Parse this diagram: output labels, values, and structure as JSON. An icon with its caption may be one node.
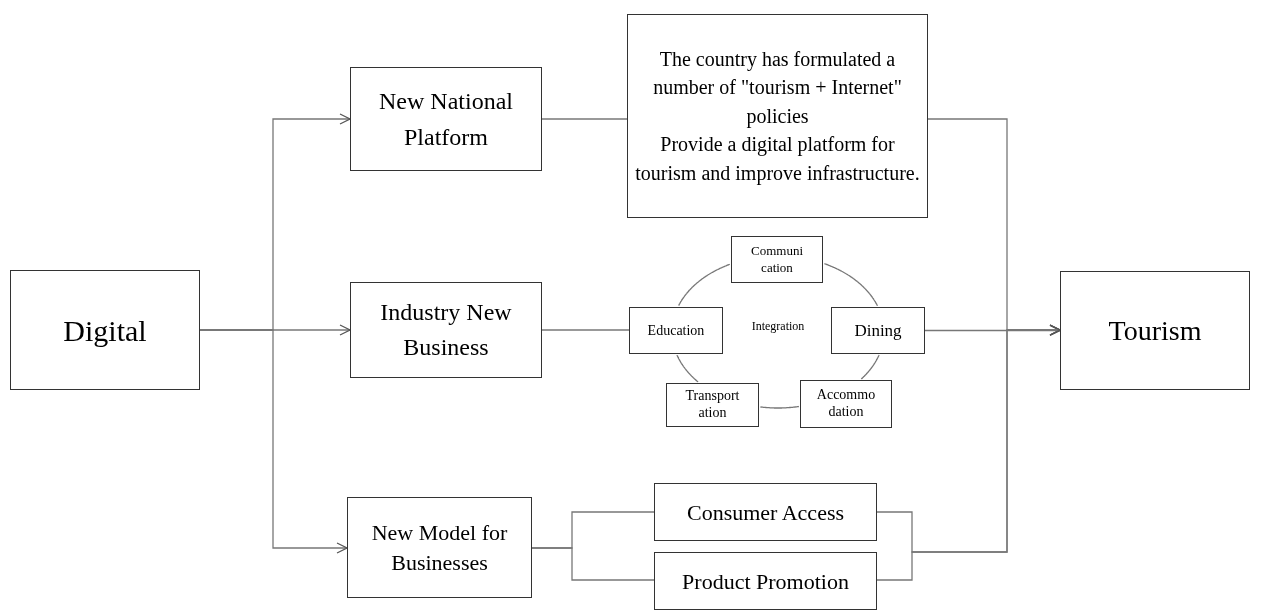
{
  "diagram": {
    "nodes": [
      {
        "text": [
          "Digital"
        ]
      },
      {
        "text": [
          "New National Platform"
        ]
      },
      {
        "text": [
          "The country has formulated a number of \"tourism + Internet\" policies",
          "Provide a digital platform for tourism and improve infrastructure."
        ]
      },
      {
        "text": [
          "Industry New Business"
        ]
      },
      {
        "text": [
          "Communi cation"
        ]
      },
      {
        "text": [
          "Education"
        ]
      },
      {
        "text": [
          "Dining"
        ]
      },
      {
        "text": [
          "Transport ation"
        ]
      },
      {
        "text": [
          "Accommo dation"
        ]
      },
      {
        "text": [
          "New Model for Businesses"
        ]
      },
      {
        "text": [
          "Consumer Access"
        ]
      },
      {
        "text": [
          "Product Promotion"
        ]
      },
      {
        "text": [
          "Tourism"
        ]
      }
    ],
    "edges": [
      {
        "from": 0,
        "to": 1,
        "arrow": "to"
      },
      {
        "from": 0,
        "to": 3,
        "arrow": "to"
      },
      {
        "from": 0,
        "to": 9,
        "arrow": "to"
      },
      {
        "from": 1,
        "to": 2,
        "arrow": "none"
      },
      {
        "from": 3,
        "to": 5,
        "arrow": "none"
      },
      {
        "from": 4,
        "to": 6,
        "arrow": "none"
      },
      {
        "from": 6,
        "to": 8,
        "arrow": "none"
      },
      {
        "from": 8,
        "to": 7,
        "arrow": "none"
      },
      {
        "from": 7,
        "to": 5,
        "arrow": "none"
      },
      {
        "from": 5,
        "to": 4,
        "arrow": "none"
      },
      {
        "from": 2,
        "to": 12,
        "arrow": "to"
      },
      {
        "from": 6,
        "to": 12,
        "arrow": "to"
      },
      {
        "from": 9,
        "to": 10,
        "arrow": "none"
      },
      {
        "from": 9,
        "to": 11,
        "arrow": "none"
      },
      {
        "from": 10,
        "to": 12,
        "arrow": "to"
      },
      {
        "from": 11,
        "to": 12,
        "arrow": "to"
      }
    ],
    "labels": [
      "Integration"
    ]
  }
}
